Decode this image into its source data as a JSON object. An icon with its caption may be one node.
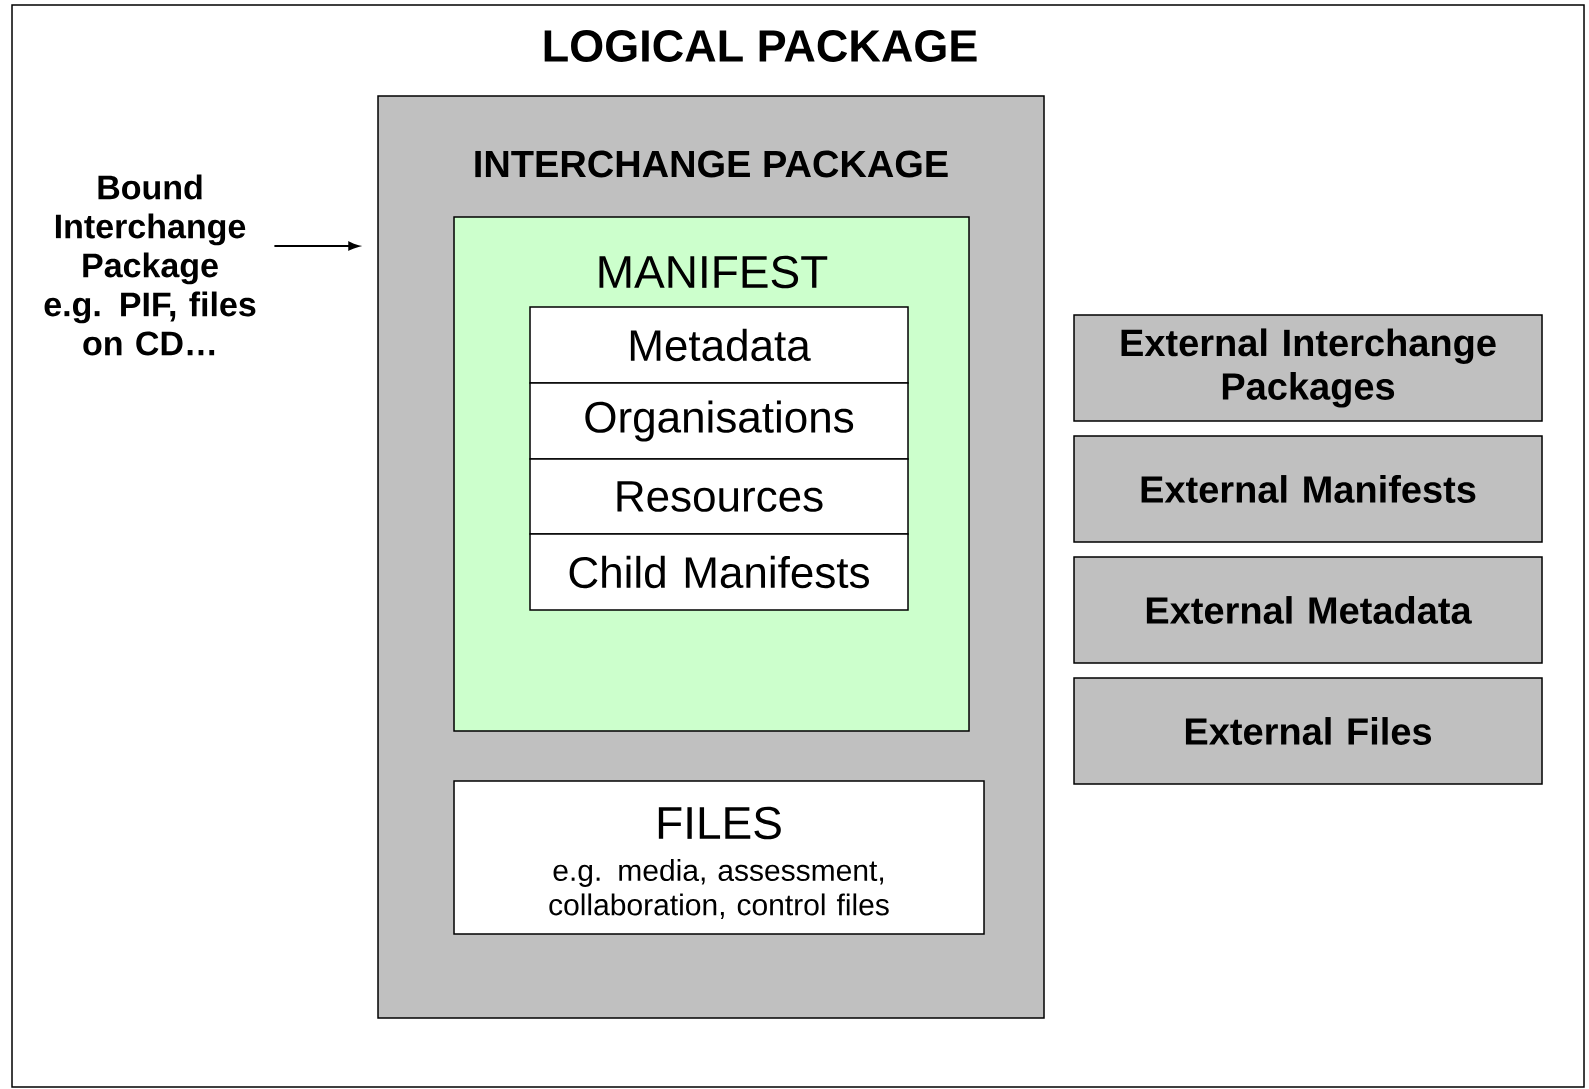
{
  "diagram": {
    "nodes": [
      {
        "text": [
          "LOGICAL PACKAGE"
        ]
      },
      {
        "text": [
          "INTERCHANGE PACKAGE"
        ],
        "in": 0
      },
      {
        "text": [
          "MANIFEST"
        ],
        "in": 1
      },
      {
        "text": [
          "Metadata"
        ],
        "in": 2
      },
      {
        "text": [
          "Organisations"
        ],
        "in": 2
      },
      {
        "text": [
          "Resources"
        ],
        "in": 2
      },
      {
        "text": [
          "Child Manifests"
        ],
        "in": 2
      },
      {
        "text": [
          "FILES",
          "e.g. media, assessment, collaboration, control files"
        ],
        "in": 1
      },
      {
        "text": [
          "External Interchange Packages"
        ],
        "in": 0
      },
      {
        "text": [
          "External Manifests"
        ],
        "in": 0
      },
      {
        "text": [
          "External Metadata"
        ],
        "in": 0
      },
      {
        "text": [
          "External Files"
        ],
        "in": 0
      },
      {
        "text": [
          "Bound Interchange Package e.g. PIF, files on CD…"
        ],
        "in": 0
      }
    ],
    "edges": [
      {
        "from": 12,
        "to": 1,
        "arrow": "to"
      }
    ]
  }
}
